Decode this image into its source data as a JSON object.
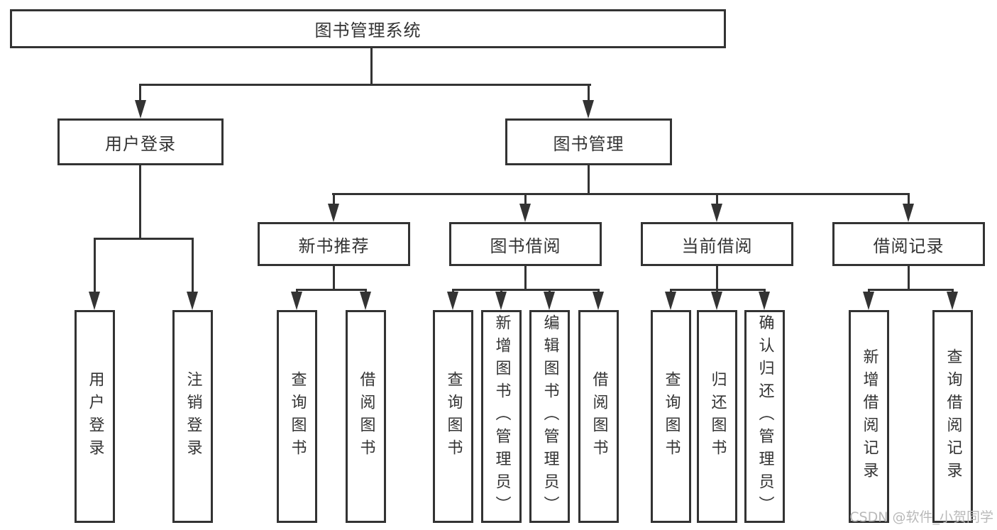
{
  "tree": {
    "root": {
      "label": "图书管理系统"
    },
    "branches": [
      {
        "label": "用户登录",
        "children": [
          {
            "label": "用户登录"
          },
          {
            "label": "注销登录"
          }
        ]
      },
      {
        "label": "图书管理",
        "children": [
          {
            "label": "新书推荐",
            "children": [
              {
                "label": "查询图书"
              },
              {
                "label": "借阅图书"
              }
            ]
          },
          {
            "label": "图书借阅",
            "children": [
              {
                "label": "查询图书"
              },
              {
                "label": "新增图书（管理员）"
              },
              {
                "label": "编辑图书（管理员）"
              },
              {
                "label": "借阅图书"
              }
            ]
          },
          {
            "label": "当前借阅",
            "children": [
              {
                "label": "查询图书"
              },
              {
                "label": "归还图书"
              },
              {
                "label": "确认归还（管理员）"
              }
            ]
          },
          {
            "label": "借阅记录",
            "children": [
              {
                "label": "新增借阅记录"
              },
              {
                "label": "查询借阅记录"
              }
            ]
          }
        ]
      }
    ]
  },
  "watermark": "CSDN @软件_小贺同学",
  "colors": {
    "line": "#333333",
    "text": "#333333",
    "watermark": "#b9b9b9",
    "background": "#ffffff"
  }
}
